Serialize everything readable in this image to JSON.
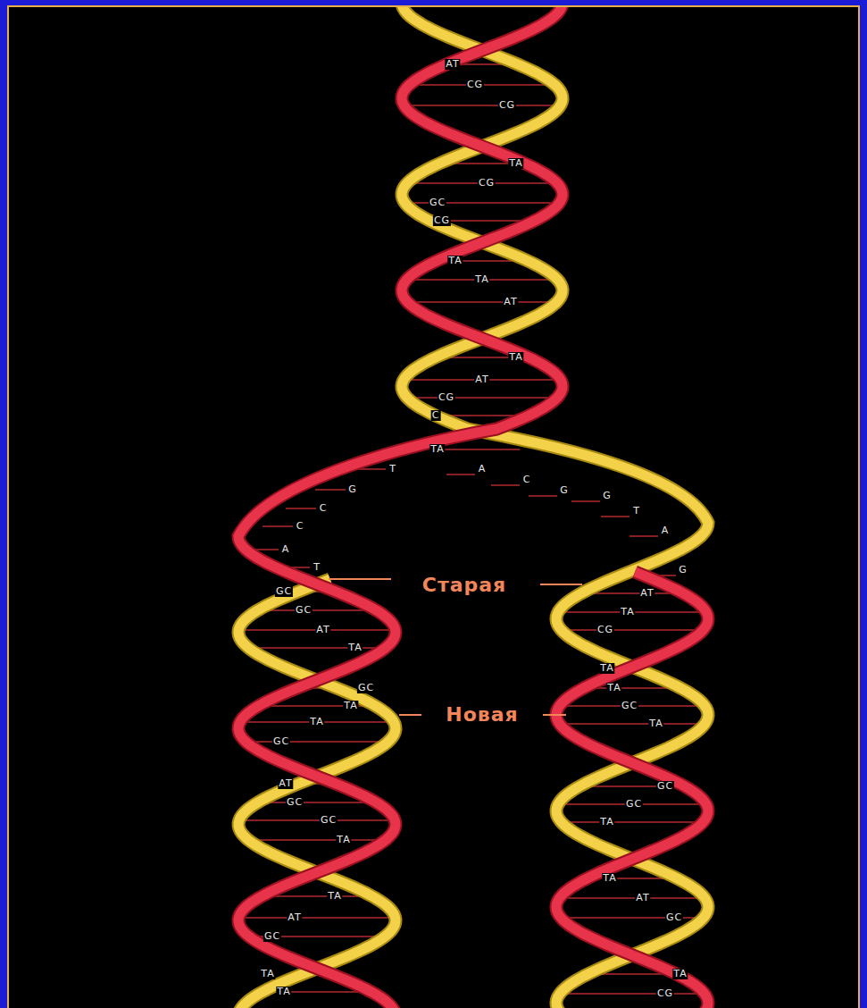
{
  "diagram": {
    "labels": [
      "AT",
      "CG",
      "CG",
      "TA",
      "CG",
      "GC",
      "CG",
      "TA",
      "TA",
      "AT",
      "TA",
      "AT",
      "CG",
      "C",
      "TA",
      "T",
      "G",
      "C",
      "C",
      "A",
      "T",
      "A",
      "C",
      "G",
      "G",
      "T",
      "A",
      "G",
      "Старая",
      "GC",
      "GC",
      "AT",
      "TA",
      "GC",
      "TA",
      "TA",
      "GC",
      "AT",
      "GC",
      "GC",
      "TA",
      "TA",
      "AT",
      "GC",
      "TA",
      "TA",
      "Новая",
      "AT",
      "TA",
      "CG",
      "TA",
      "TA",
      "GC",
      "TA",
      "GC",
      "GC",
      "TA",
      "TA",
      "AT",
      "GC",
      "TA",
      "CG"
    ]
  }
}
